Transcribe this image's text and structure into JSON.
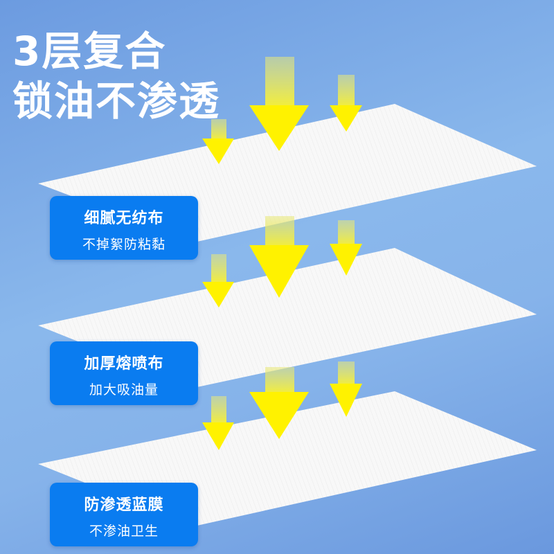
{
  "headline": {
    "line1": "3层复合",
    "line2": "锁油不渗透"
  },
  "layers": [
    {
      "title": "细腻无纺布",
      "subtitle": "不掉絮防粘黏"
    },
    {
      "title": "加厚熔喷布",
      "subtitle": "加大吸油量"
    },
    {
      "title": "防渗透蓝膜",
      "subtitle": "不渗油卫生"
    }
  ],
  "colors": {
    "background": "#86b3ea",
    "card": "#0a7cf0",
    "arrow": "#fff200",
    "sheet": "#f7f7f7"
  }
}
